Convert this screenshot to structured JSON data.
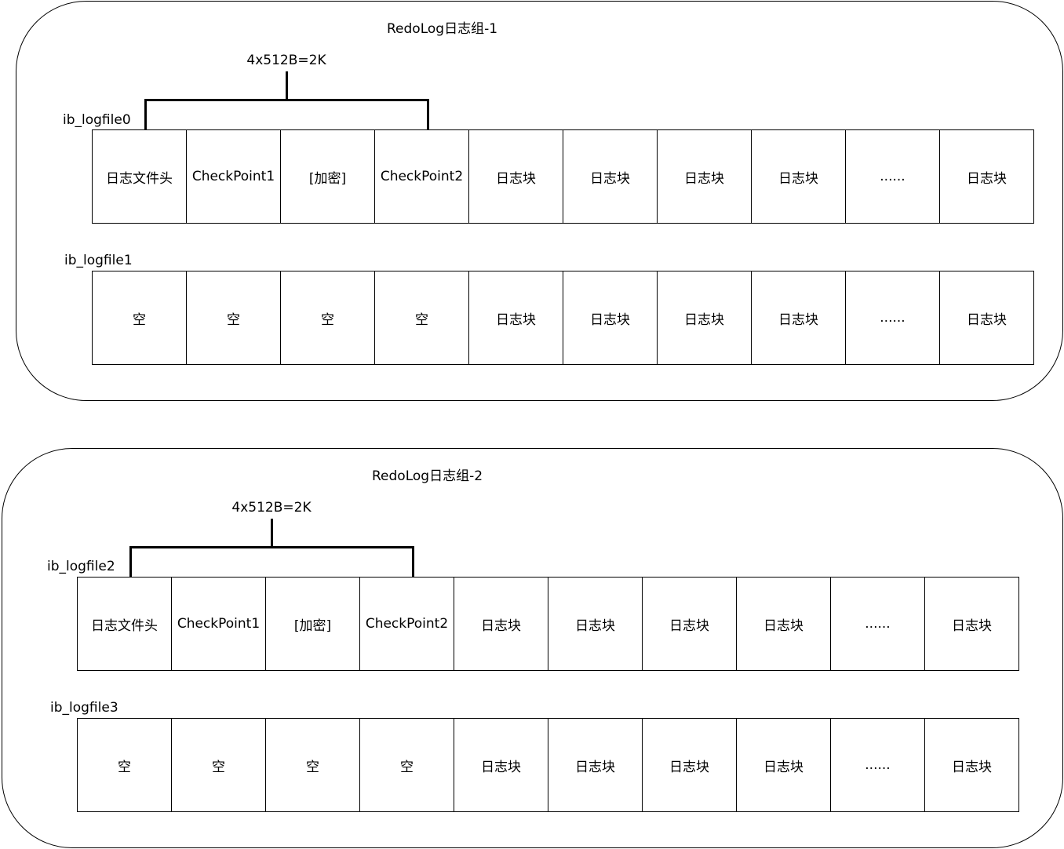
{
  "groups": [
    {
      "title": "RedoLog日志组-1",
      "size_label": "4x512B=2K",
      "files": [
        {
          "name": "ib_logfile0",
          "cells": [
            "日志文件头",
            "CheckPoint1",
            "[加密]",
            "CheckPoint2",
            "日志块",
            "日志块",
            "日志块",
            "日志块",
            "......",
            "日志块"
          ]
        },
        {
          "name": "ib_logfile1",
          "cells": [
            "空",
            "空",
            "空",
            "空",
            "日志块",
            "日志块",
            "日志块",
            "日志块",
            "......",
            "日志块"
          ]
        }
      ]
    },
    {
      "title": "RedoLog日志组-2",
      "size_label": "4x512B=2K",
      "files": [
        {
          "name": "ib_logfile2",
          "cells": [
            "日志文件头",
            "CheckPoint1",
            "[加密]",
            "CheckPoint2",
            "日志块",
            "日志块",
            "日志块",
            "日志块",
            "......",
            "日志块"
          ]
        },
        {
          "name": "ib_logfile3",
          "cells": [
            "空",
            "空",
            "空",
            "空",
            "日志块",
            "日志块",
            "日志块",
            "日志块",
            "......",
            "日志块"
          ]
        }
      ]
    }
  ]
}
